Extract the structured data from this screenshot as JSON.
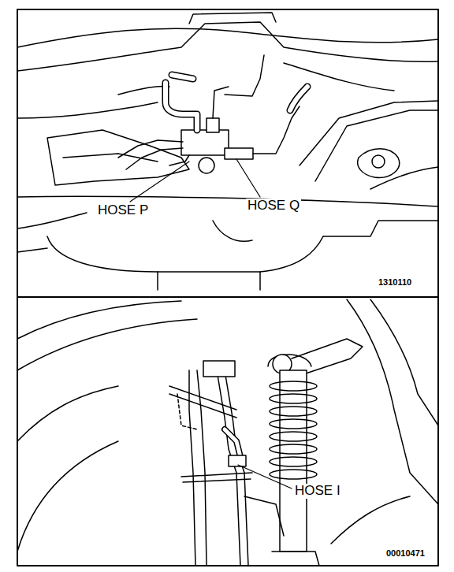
{
  "diagram": {
    "labels": [
      "HOSE P",
      "HOSE Q",
      "1310110",
      "HOSE I",
      "00010471"
    ]
  }
}
